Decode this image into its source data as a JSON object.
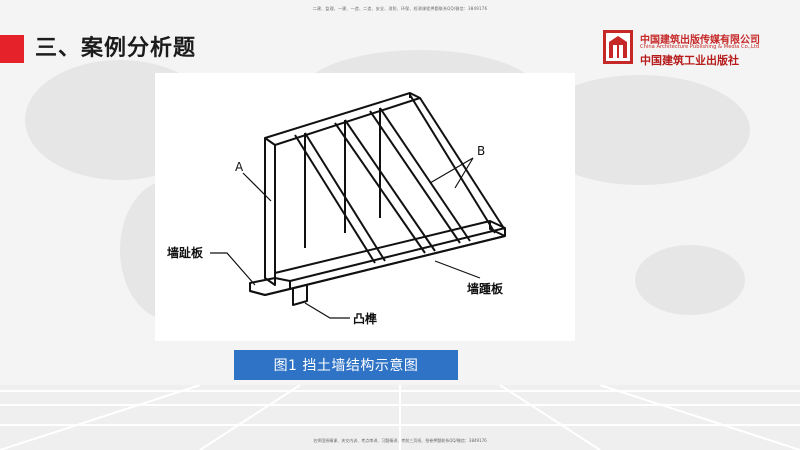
{
  "header": {
    "top_note": "二建、监理、一建、一造、二造、安全、消防、环保、检测课程押题联系QQ/微信：3849176",
    "title": "三、案例分析题"
  },
  "logo": {
    "name_cn": "中国建筑出版传媒有限公司",
    "name_en": "China Architecture Publishing & Media Co.,Ltd",
    "name_cn_art": "中国建筑工业出版社"
  },
  "diagram": {
    "labels": {
      "a": "A",
      "b": "B",
      "toe": "墙趾板",
      "heel": "墙踵板",
      "tenon": "凸榫"
    }
  },
  "caption": "图1  挡土墙结构示意图",
  "footer": {
    "note": "名师团授精课、夹交内训、考点串讲、习题精讲、考前三页纸、拾卷押题联系QQ/微信：3849176"
  },
  "colors": {
    "accent_red": "#e52229",
    "caption_blue": "#2f73c6",
    "logo_red": "#c62828"
  }
}
